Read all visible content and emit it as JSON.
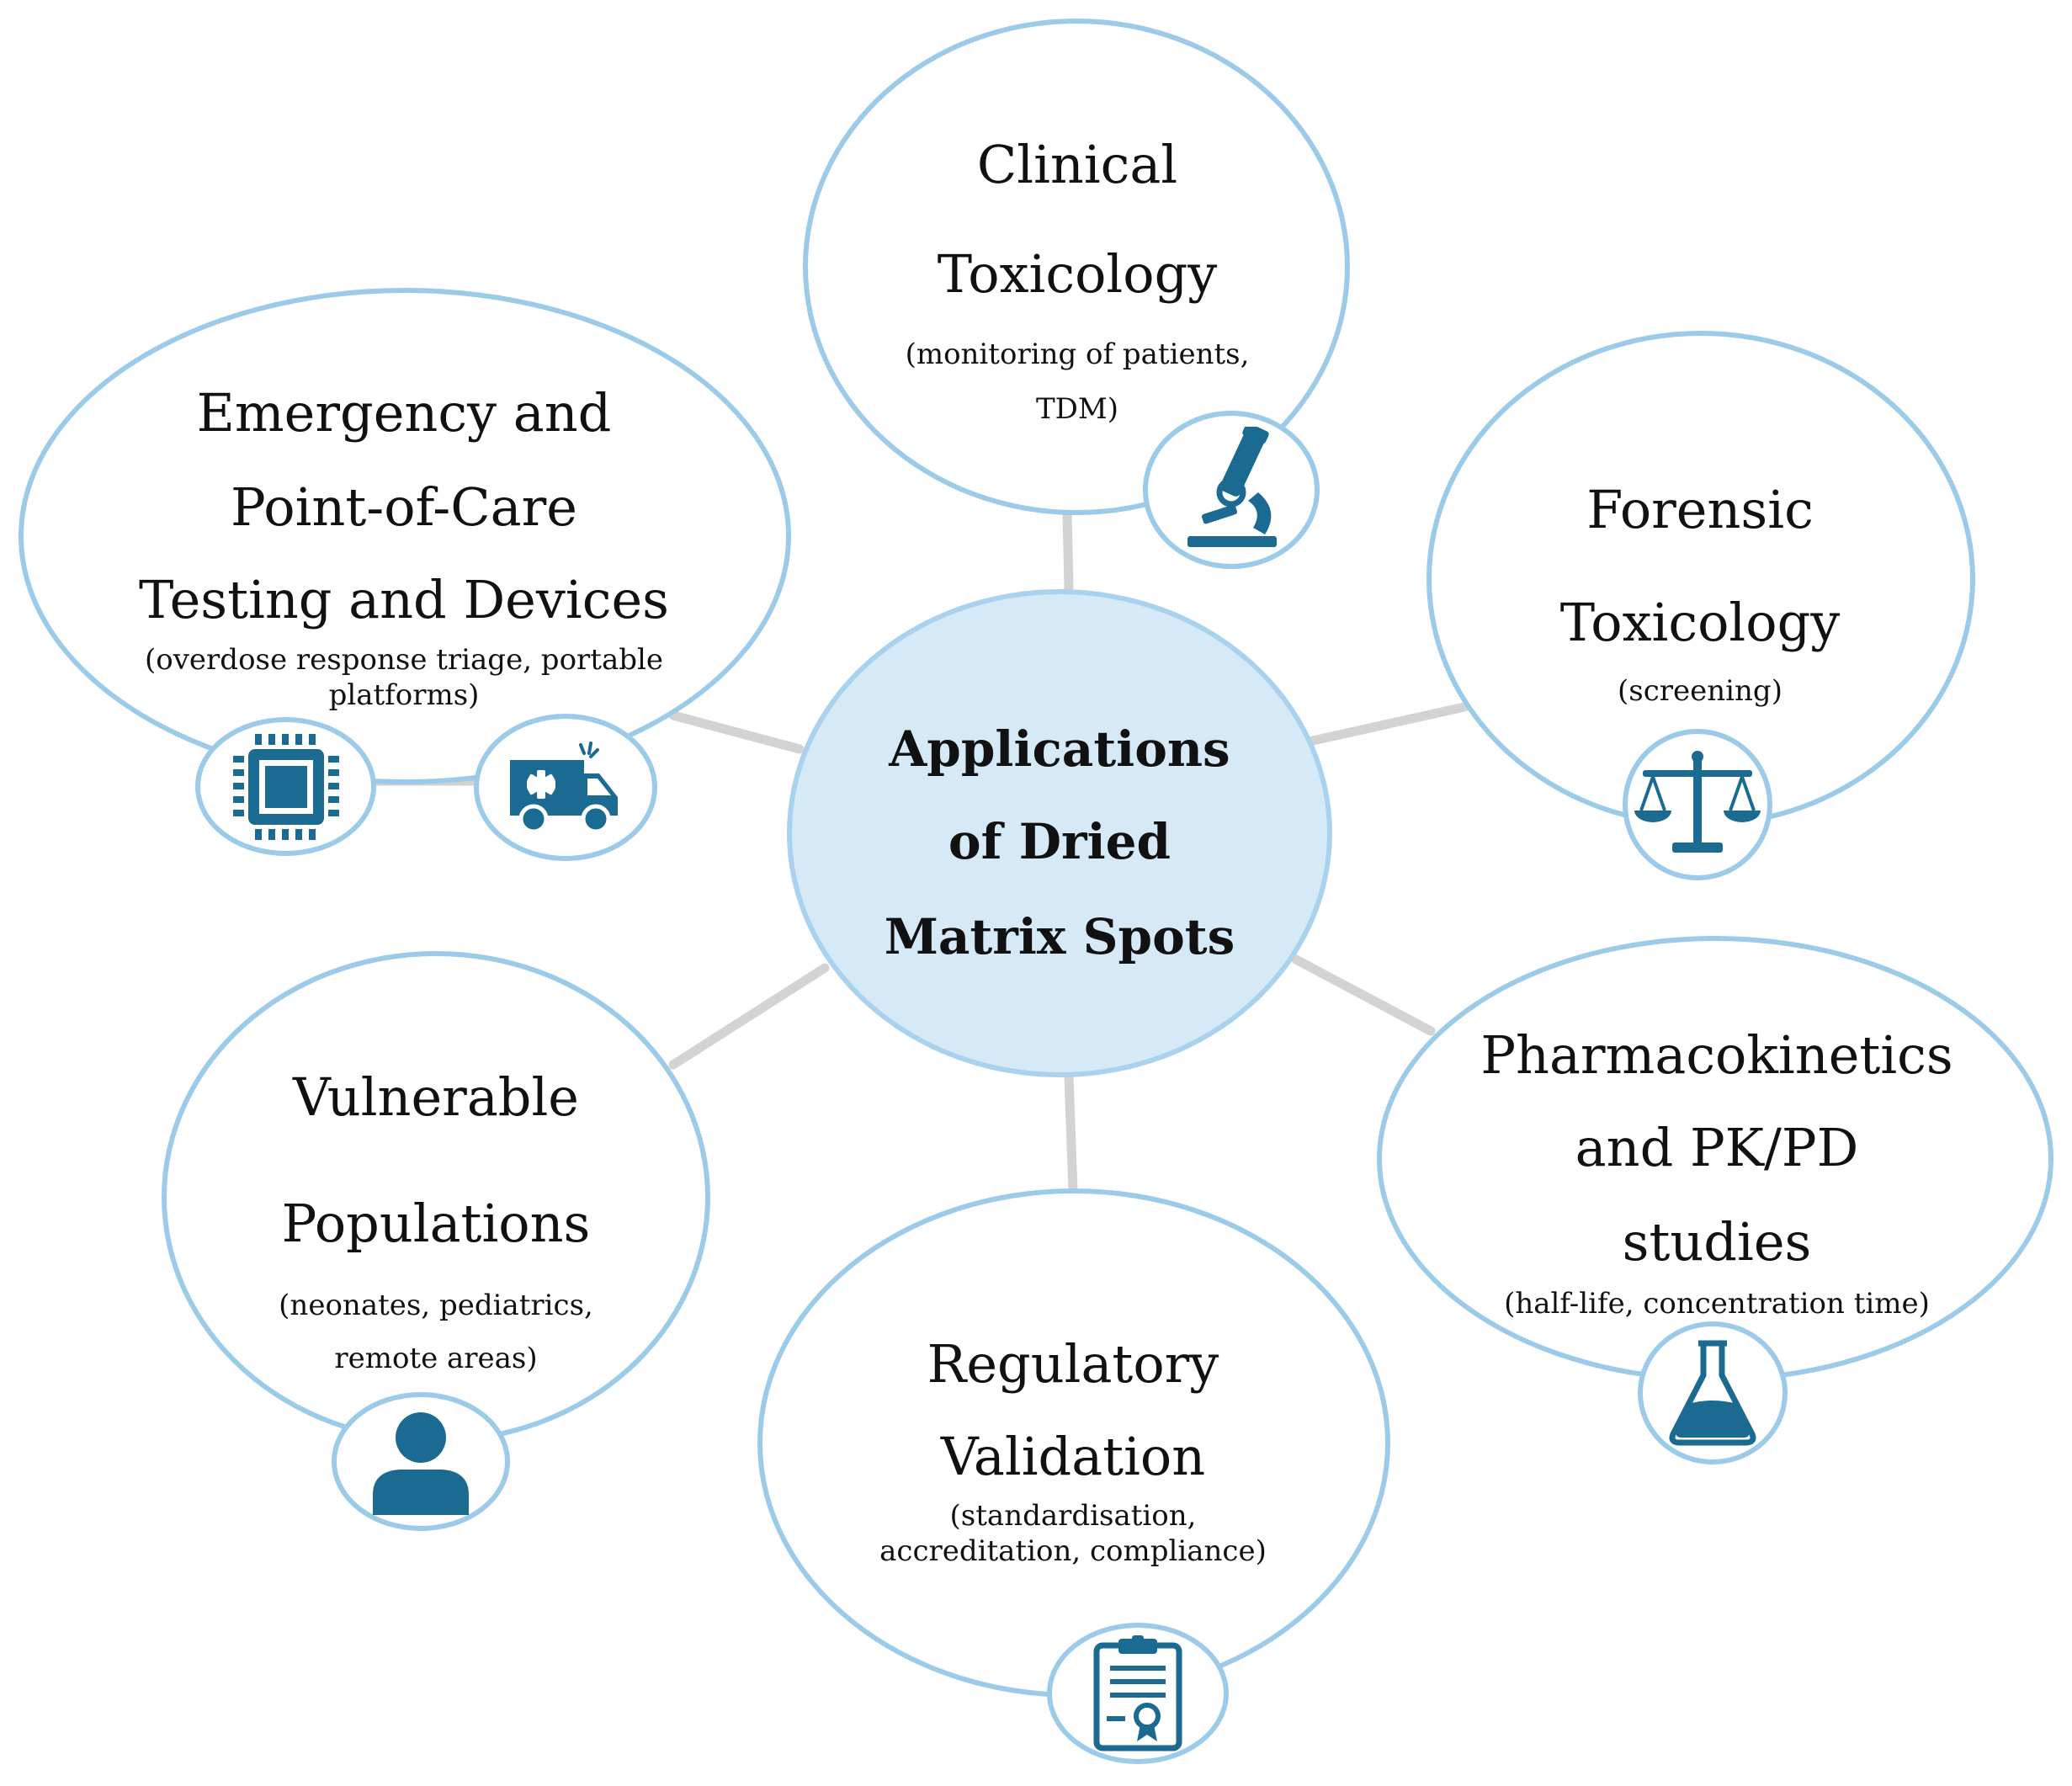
{
  "center": {
    "line1": "Applications",
    "line2": "of Dried",
    "line3": "Matrix Spots"
  },
  "nodes": {
    "clinical": {
      "line1": "Clinical",
      "line2": "Toxicology",
      "sub1": "(monitoring of patients,",
      "sub2": "TDM)",
      "icon": "microscope-icon"
    },
    "forensic": {
      "line1": "Forensic",
      "line2": "Toxicology",
      "sub1": "(screening)",
      "icon": "scales-of-justice-icon"
    },
    "emergency": {
      "line1": "Emergency and",
      "line2": "Point-of-Care",
      "line3": "Testing and Devices",
      "sub1": "(overdose response triage, portable",
      "sub2": "platforms)",
      "icons": [
        "microchip-icon",
        "ambulance-icon"
      ]
    },
    "pharmaco": {
      "line1": "Pharmacokinetics",
      "line2": "and PK/PD",
      "line3": "studies",
      "sub1": "(half-life, concentration time)",
      "icon": "flask-icon"
    },
    "vulnerable": {
      "line1": "Vulnerable",
      "line2": "Populations",
      "sub1": "(neonates, pediatrics,",
      "sub2": "remote areas)",
      "icon": "person-icon"
    },
    "regulatory": {
      "line1": "Regulatory",
      "line2": "Validation",
      "sub1": "(standardisation,",
      "sub2": "accreditation, compliance)",
      "icon": "clipboard-certificate-icon"
    }
  },
  "colors": {
    "ring": "#9bcbe9",
    "center_fill": "#d6e9f7",
    "icon": "#1a6a92",
    "connector": "#d3d3d3"
  }
}
